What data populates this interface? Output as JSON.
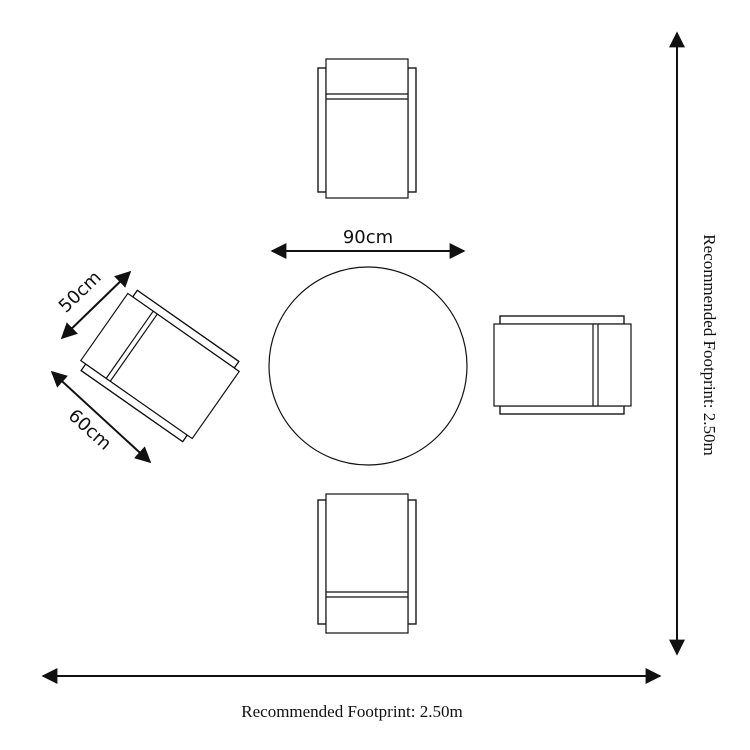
{
  "dimensions": {
    "table_diameter": "90cm",
    "chair_depth": "50cm",
    "chair_width": "60cm",
    "footprint_horizontal": "Recommended Footprint: 2.50m",
    "footprint_vertical": "Recommended Footprint: 2.50m"
  },
  "colors": {
    "line": "#111111",
    "background": "#ffffff"
  }
}
